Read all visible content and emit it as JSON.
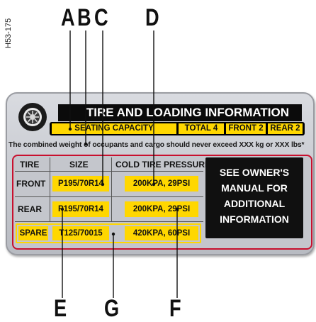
{
  "figure_id": "H53-175",
  "callouts": {
    "top": [
      "A",
      "B",
      "C",
      "D"
    ],
    "bottom": [
      "E",
      "G",
      "F"
    ]
  },
  "label": {
    "title": "TIRE AND LOADING INFORMATION",
    "capacity": {
      "seating": "SEATING CAPACITY",
      "total": "TOTAL 4",
      "front": "FRONT 2",
      "rear": "REAR 2"
    },
    "combined_weight_text": "The combined weight of occupants and cargo should never exceed XXX kg or XXX lbs*",
    "table": {
      "headers": {
        "tire": "TIRE",
        "size": "SIZE",
        "pressure": "COLD TIRE PRESSURE"
      },
      "rows": [
        {
          "tire": "FRONT",
          "size": "P195/70R14",
          "pressure": "200KPA, 29PSI"
        },
        {
          "tire": "REAR",
          "size": "P195/70R14",
          "pressure": "200KPA, 29PSI"
        },
        {
          "tire": "SPARE",
          "size": "T125/70015",
          "pressure": "420KPA, 60PSI"
        }
      ]
    },
    "info_panel": [
      "SEE OWNER'S",
      "MANUAL FOR",
      "ADDITIONAL",
      "INFORMATION"
    ]
  },
  "colors": {
    "highlight": "#ffd700",
    "frame": "#c8102e",
    "dark": "#0b0b0b"
  },
  "icons": [
    "tire-icon"
  ]
}
